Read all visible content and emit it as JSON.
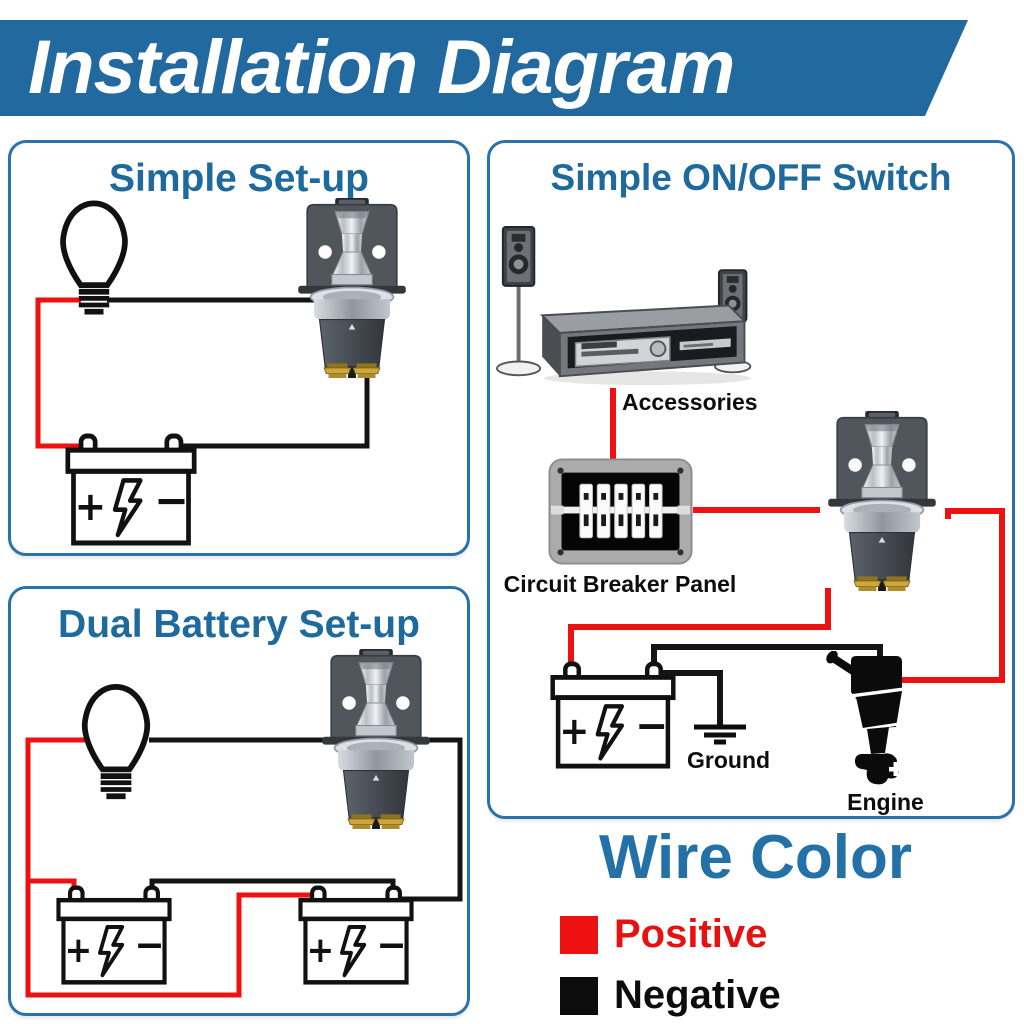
{
  "banner": {
    "title": "Installation Diagram",
    "bg_color": "#2269a0",
    "text_color": "#ffffff"
  },
  "panels": {
    "simple_setup": {
      "title": "Simple Set-up",
      "components": [
        "light bulb",
        "battery disconnect switch",
        "battery"
      ]
    },
    "on_off_switch": {
      "title": "Simple ON/OFF Switch",
      "accessories_label": "Accessories",
      "breaker_label": "Circuit Breaker Panel",
      "ground_label": "Ground",
      "engine_label": "Engine",
      "components": [
        "stereo system",
        "circuit breaker panel",
        "battery disconnect switch",
        "battery",
        "ground",
        "engine"
      ]
    },
    "dual_battery": {
      "title": "Dual Battery Set-up",
      "components": [
        "light bulb",
        "battery disconnect switch",
        "battery",
        "battery"
      ]
    }
  },
  "battery_symbols": {
    "plus": "+",
    "minus": "−"
  },
  "legend": {
    "title": "Wire Color",
    "items": [
      {
        "label": "Positive",
        "color": "#ee1111"
      },
      {
        "label": "Negative",
        "color": "#111111"
      }
    ]
  },
  "colors": {
    "banner_blue": "#2269a0",
    "heading_blue": "#1e6a9c",
    "panel_border_blue": "#2a72a8",
    "positive_wire": "#ee1111",
    "negative_wire": "#141414"
  }
}
